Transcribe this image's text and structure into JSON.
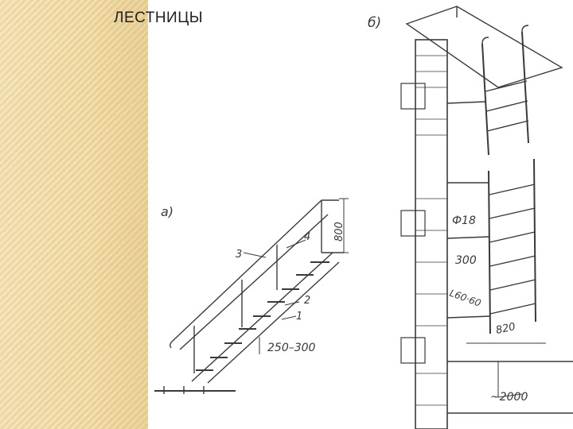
{
  "slide": {
    "title": "ЛЕСТНИЦЫ"
  },
  "drawing": {
    "fig_a": {
      "label": "а)",
      "callouts": [
        "3",
        "4",
        "2",
        "1"
      ],
      "dim_height": "800",
      "dim_step": "250–300"
    },
    "fig_b": {
      "label": "б)",
      "dim_bar": "Ф18",
      "dim_spacing": "300",
      "dim_angle": "L60·60",
      "dim_width": "820",
      "dim_depth": "~2000"
    }
  },
  "colors": {
    "band": "#f3e1b0",
    "band_stripe": "#ead096",
    "ink": "#3a3a3a"
  }
}
